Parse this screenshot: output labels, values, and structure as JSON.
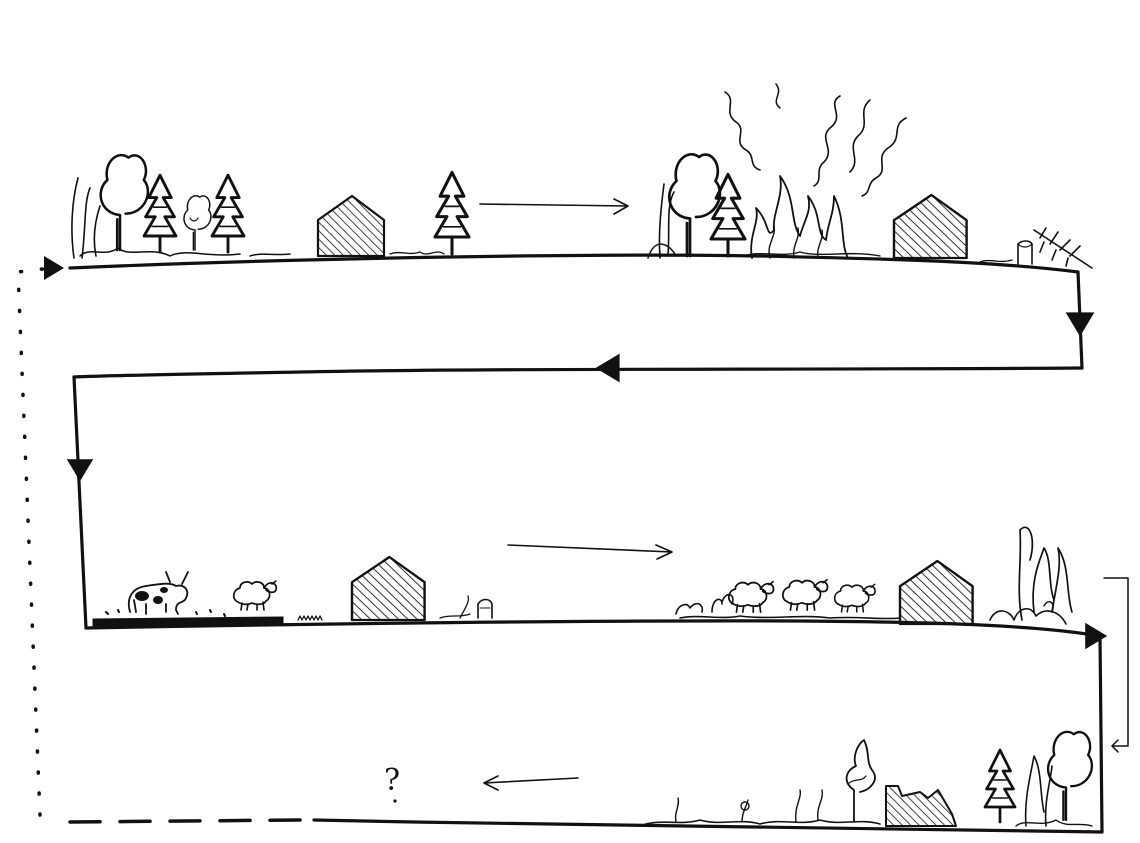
{
  "diagram": {
    "end_label": "?",
    "colors": {
      "ink": "#111111",
      "background": "#ffffff"
    },
    "stages": [
      {
        "name": "forest-with-house",
        "icons": [
          "tree-icon",
          "house-icon"
        ]
      },
      {
        "name": "forest-fire",
        "icons": [
          "fire-icon",
          "smoke-icon",
          "house-icon",
          "stump-icon"
        ]
      },
      {
        "name": "grazing",
        "icons": [
          "cow-icon",
          "sheep-icon",
          "house-icon",
          "stump-icon"
        ]
      },
      {
        "name": "overgrazing-regrowth",
        "icons": [
          "sheep-icon",
          "house-icon",
          "shrub-icon"
        ]
      },
      {
        "name": "abandoned-ruin",
        "icons": [
          "ruin-icon",
          "tree-icon",
          "weed-icon"
        ]
      }
    ]
  }
}
